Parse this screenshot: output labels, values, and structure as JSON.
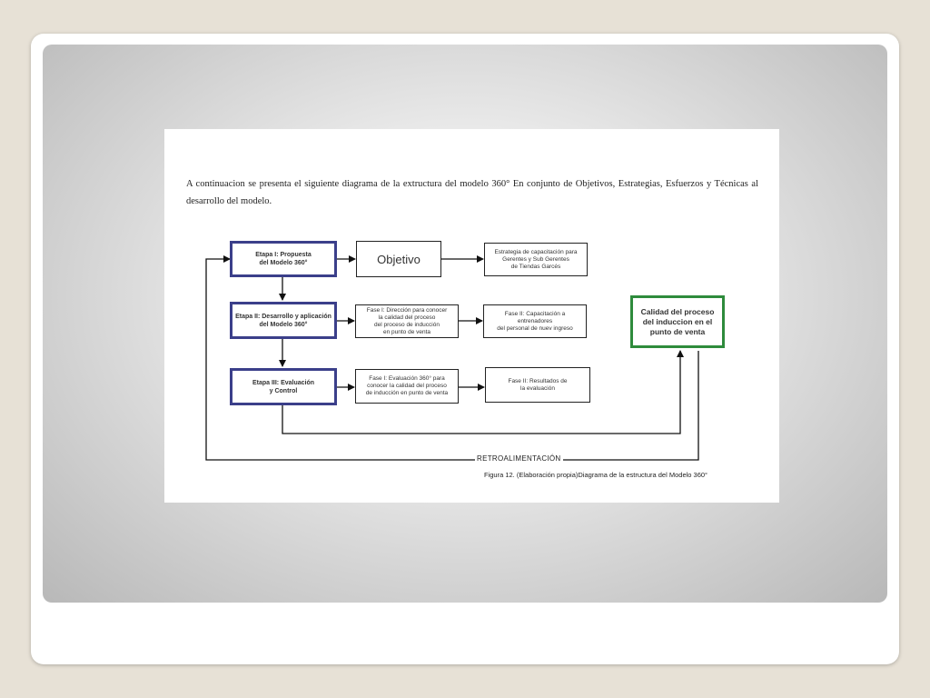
{
  "intro_text": "A continuacion se presenta el siguiente diagrama  de la extructura del modelo 360° En conjunto de Objetivos, Estrategias, Esfuerzos y Técnicas al desarrollo del modelo.",
  "boxes": {
    "etapa1": "Etapa I: Propuesta\ndel Modelo 360°",
    "objetivo": "Objetivo",
    "estrategia": "Estrategia de capacitación para\nGerentes y Sub Gerentes\nde Tiendas Garcés",
    "etapa2": "Etapa II: Desarrollo y aplicación\ndel Modelo 360°",
    "fase1_direccion": "Fase I: Dirección para conocer\nla calidad del proceso\ndel proceso de inducción\nen punto de venta",
    "fase2_capacitacion": "Fase II: Capacitación a\nentrenadores\ndel personal de nuev ingreso",
    "calidad": "Calidad del proceso\ndel induccion en el\npunto de venta",
    "etapa3": "Etapa III: Evaluación\ny Control",
    "fase1_evaluacion": "Fase I: Evaluación 360° para\nconocer  la  calidad del proceso\nde inducción en punto de venta",
    "fase2_resultados": "Fase II: Resultados de\nla evaluación"
  },
  "retro_label": "RETROALIMENTACIÓN",
  "caption": "Figura 12. (Elaboración propia)Diagrama de la estructura del Modelo 360°",
  "colors": {
    "stage_border": "#3b3f8a",
    "result_border": "#2e8b3c"
  }
}
